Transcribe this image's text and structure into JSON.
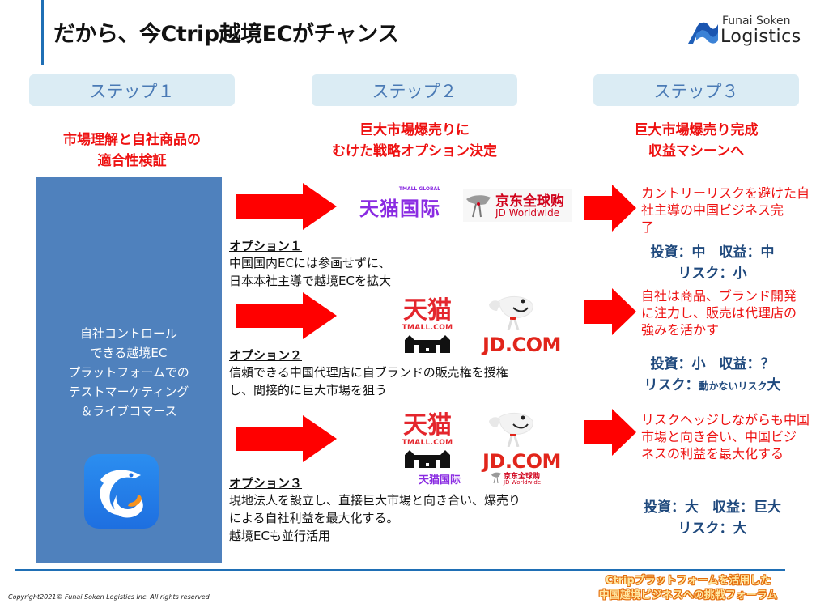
{
  "header": {
    "title": "だから、今Ctrip越境ECがチャンス",
    "logo": {
      "line1": "Funai Soken",
      "line2": "Logistics",
      "icon": "funai-wave-logo-icon"
    }
  },
  "steps": [
    {
      "label": "ステップ１",
      "heading_lines": [
        "市場理解と自社商品の",
        "適合性検証"
      ]
    },
    {
      "label": "ステップ２",
      "heading_lines": [
        "巨大市場爆売りに",
        "むけた戦略オプション決定"
      ]
    },
    {
      "label": "ステップ３",
      "heading_lines": [
        "巨大市場爆売り完成",
        "収益マシーンへ"
      ]
    }
  ],
  "left_box": {
    "lines": [
      "自社コントロール",
      "できる越境EC",
      "プラットフォームでの",
      "テストマーケティング",
      "＆ライブコマース"
    ],
    "app_icon": "ctrip-dolphin-app-icon",
    "color": "#4f81bd"
  },
  "options": [
    {
      "title": "オプション１",
      "desc_lines": [
        "中国国内ECには参画せずに、",
        "日本本社主導で越境ECを拡大"
      ],
      "brands": [
        "天猫国际 TMALL GLOBAL",
        "京东全球购 JD Worldwide"
      ]
    },
    {
      "title": "オプション２",
      "desc_lines": [
        "信頼できる中国代理店に自ブランドの販売権を授権",
        "し、間接的に巨大市場を狙う"
      ],
      "brands": [
        "天猫 TMALL.COM",
        "JD.COM"
      ]
    },
    {
      "title": "オプション３",
      "desc_lines": [
        "現地法人を設立し、直接巨大市場と向き合い、爆売り",
        "による自社利益を最大化する。",
        "越境ECも並行活用"
      ],
      "brands": [
        "天猫 TMALL.COM",
        "JD.COM",
        "天猫国际 TMALL GLOBAL",
        "京东全球购 JD Worldwide"
      ]
    }
  ],
  "brand_text": {
    "tmall_global_cn": "天猫国际",
    "tmall_global_en": "TMALL GLOBAL",
    "jdw_cn": "京东全球购",
    "jdw_en": "JD Worldwide",
    "tmall_cn": "天猫",
    "tmall_en": "TMALL.COM",
    "jd_com": "JD.COM"
  },
  "results": [
    {
      "desc_lines": [
        "カントリーリスクを避けた自",
        "社主導の中国ビジネス完",
        "了"
      ],
      "metric_line1": "投資：中　収益：中",
      "risk_label": "リスク：",
      "risk_value": "小",
      "risk_note": ""
    },
    {
      "desc_lines": [
        "自社は商品、ブランド開発",
        "に注力し、販売は代理店の",
        "強みを活かす"
      ],
      "metric_line1": "投資：小　収益：？",
      "risk_label": "リスク：",
      "risk_note": "動かないリスク",
      "risk_value": "大"
    },
    {
      "desc_lines": [
        "リスクヘッジしながらも中国",
        "市場と向き合い、中国ビジ",
        "ネスの利益を最大化する"
      ],
      "metric_line1": "投資：大　収益：巨大",
      "risk_label": "リスク：",
      "risk_value": "大",
      "risk_note": ""
    }
  ],
  "colors": {
    "accent_blue": "#1f6fb5",
    "step_pill_bg": "#dbecf4",
    "step_pill_text": "#4a7ab5",
    "heading_red": "#ee1111",
    "arrow_red": "#ff0000",
    "metric_navy": "#1f497d"
  },
  "footer": {
    "copyright": "Copyright2021©  Funai Soken Logistics  Inc. All rights  reserved",
    "forum_lines": [
      "Ctripプラットフォームを活用した",
      "中国越境ビジネスへの挑戦フォーラム"
    ]
  }
}
